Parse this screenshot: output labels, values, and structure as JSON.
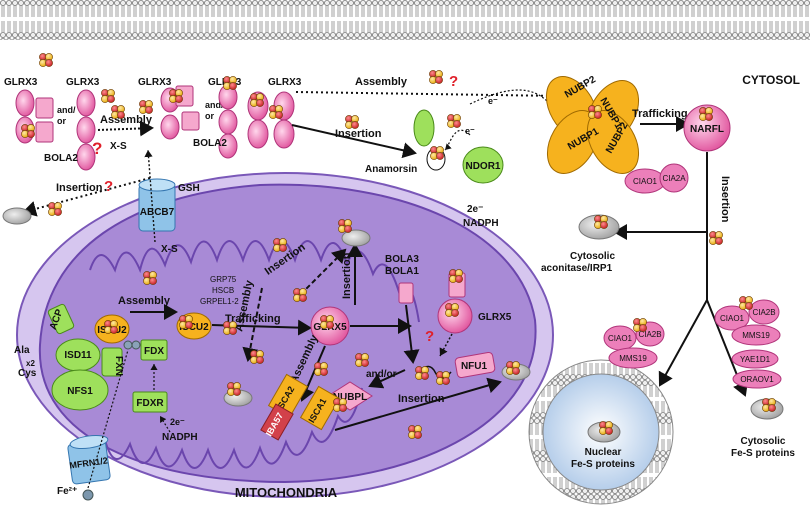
{
  "compartments": {
    "cytosol": "CYTOSOL",
    "mitochondria": "MITOCHONDRIA"
  },
  "cytosol": {
    "glrx3": "GLRX3",
    "bola2": "BOLA2",
    "and_or": "and/\nor",
    "assembly": "Assembly",
    "xs": "X-S",
    "question": "?",
    "insertion": "Insertion",
    "anamorsin": "Anamorsin",
    "electron": "e⁻",
    "two_electron": "2e⁻",
    "nadph": "NADPH",
    "ndor1": "NDOR1",
    "nubp1": "NUBP1",
    "nubp2": "NUBP2",
    "trafficking": "Trafficking",
    "narfl": "NARFL",
    "ciao1": "CIAO1",
    "cia2a": "CIA2A",
    "cia2b": "CIA2B",
    "mms19": "MMS19",
    "yae1d1": "YAE1D1",
    "orao1": "ORAOV1",
    "aconitase": "Cytosolic\naconitase/IRP1",
    "nuclear": "Nuclear\nFe-S proteins",
    "cytosolic_fes": "Cytosolic\nFe-S proteins"
  },
  "membrane": {
    "abcb7": "ABCB7",
    "gsh": "GSH",
    "mfrn": "MFRN1/2",
    "fe": "Fe²⁺"
  },
  "mito": {
    "acp": "ACP",
    "iscu2": "ISCU2",
    "isd11": "ISD11",
    "fxn": "FXN",
    "nfs1": "NFS1",
    "ala": "Ala",
    "cys": "Cys",
    "x2": "x2",
    "fdx": "FDX",
    "fdxr": "FDXR",
    "grp75": "GRP75",
    "hscb": "HSCB",
    "grpel": "GRPEL1-2",
    "glrx5": "GLRX5",
    "bola3": "BOLA3",
    "bola1": "BOLA1",
    "nfu1": "NFU1",
    "nubpl": "NUBPL",
    "isca2": "ISCA2",
    "isca1": "ISCA1",
    "iba57": "IBA57"
  },
  "colors": {
    "mito_outer": "#c9b4e6",
    "mito_matrix": "#9e7fd0",
    "pink": "#ec7fba",
    "orange": "#f6b21e",
    "green": "#9ee05c",
    "blue": "#8fc3e8",
    "cluster_red": "#e3262b",
    "cluster_yellow": "#f7d51d",
    "question": "#e0202a"
  }
}
